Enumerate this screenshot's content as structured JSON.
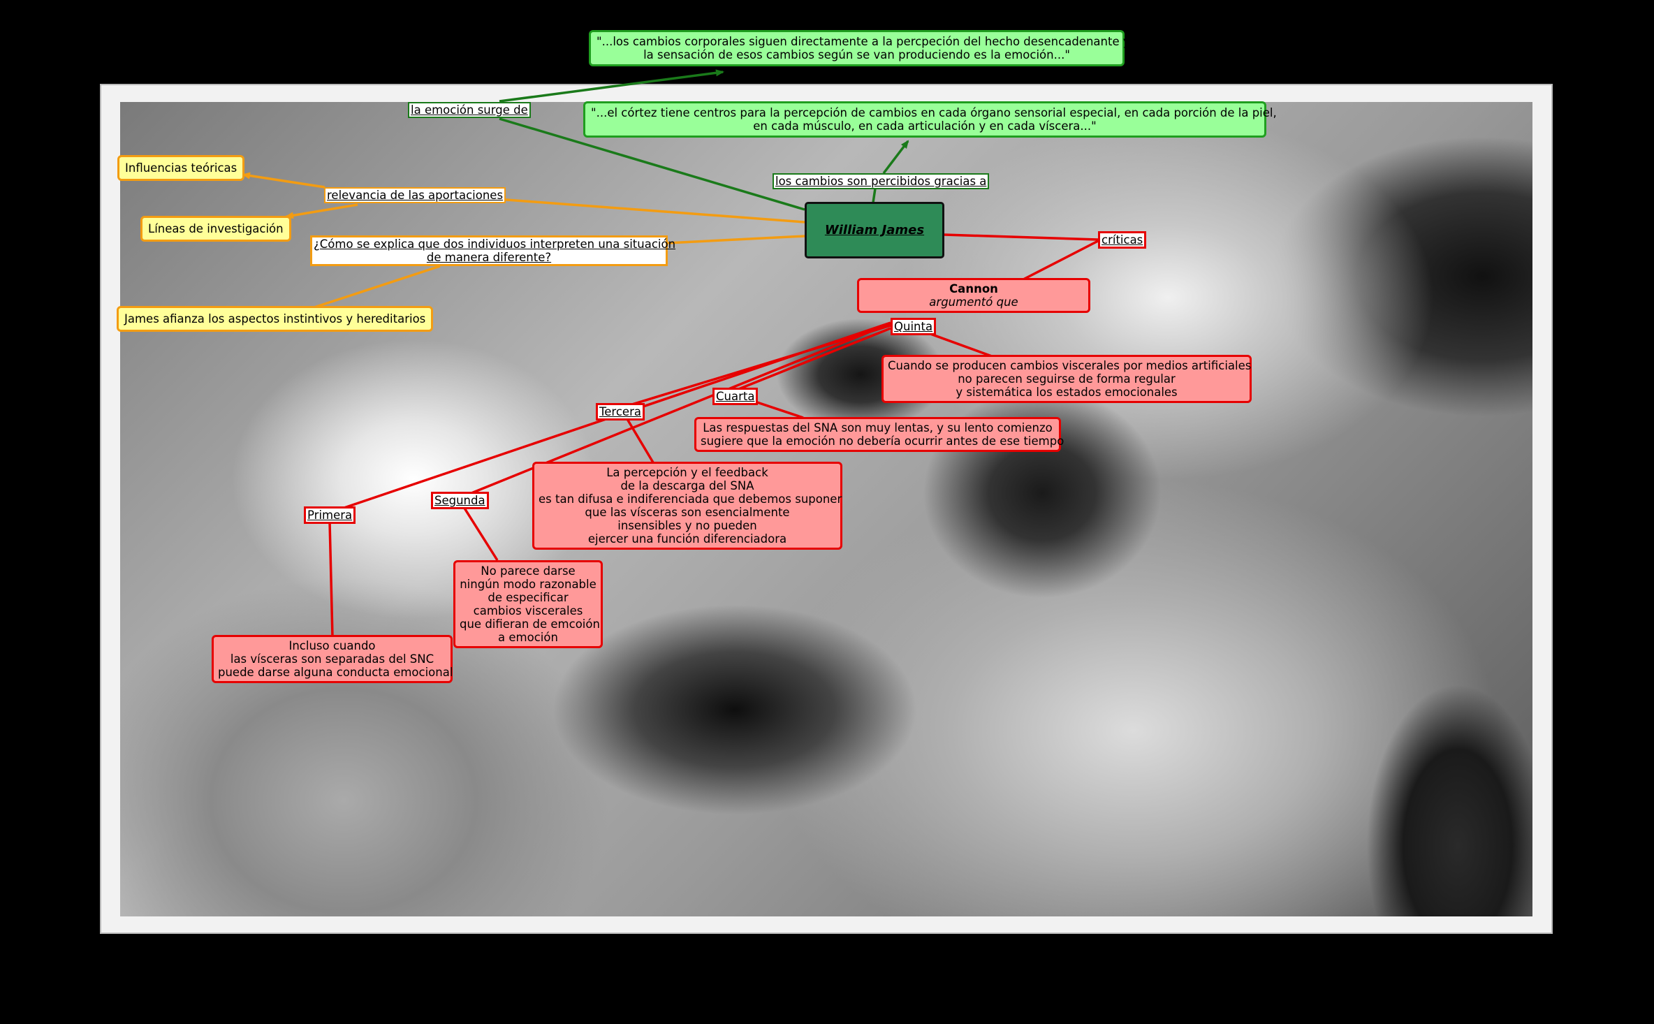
{
  "root": {
    "label": "William James"
  },
  "quotes": {
    "q1_line1": "\"...los cambios corporales siguen directamente a la percpeción del hecho desencadenante y",
    "q1_line2": "la sensación de esos cambios según se van produciendo es la emoción...\"",
    "q2_line1": "\"...el córtez tiene centros para la percepción de cambios en cada órgano sensorial especial, en cada porción de la piel,",
    "q2_line2": "en cada músculo, en cada articulación y en cada víscera...\""
  },
  "linking": {
    "emocion_surge": "la emoción surge de",
    "cambios_percibidos": "los cambios son percibidos gracias a",
    "relevancia": "relevancia de las aportaciones",
    "criticas": "críticas",
    "primera": "Primera",
    "segunda": "Segunda",
    "tercera": "Tercera",
    "cuarta": "Cuarta",
    "quinta": "Quinta"
  },
  "orange": {
    "influencias": "Influencias teóricas",
    "lineas": "Líneas de investigación",
    "pregunta_line1": "¿Cómo se explica que dos individuos interpreten una situación",
    "pregunta_line2": "de manera diferente?",
    "afianza": "James afianza los aspectos instintivos y hereditarios"
  },
  "cannon": {
    "title": "Cannon",
    "subtitle": "argumentó que"
  },
  "red": {
    "quinta_1": "Cuando se producen cambios viscerales por medios artificiales",
    "quinta_2": "no parecen seguirse de forma regular",
    "quinta_3": "y sistemática los estados emocionales",
    "cuarta_1": "Las respuestas del SNA son muy lentas, y su lento comienzo",
    "cuarta_2": "sugiere que la emoción no debería ocurrir antes de ese tiempo",
    "tercera_1": "La percepción y el feedback",
    "tercera_2": "de la descarga del SNA",
    "tercera_3": "es tan difusa e indiferenciada que debemos suponer",
    "tercera_4": "que las vísceras son esencialmente",
    "tercera_5": "insensibles y no pueden",
    "tercera_6": "ejercer una función diferenciadora",
    "segunda_1": "No parece darse",
    "segunda_2": "ningún modo razonable",
    "segunda_3": "de especificar",
    "segunda_4": "cambios viscerales",
    "segunda_5": "que difieran de emcoión",
    "segunda_6": "a emoción",
    "primera_1": "Incluso cuando",
    "primera_2": "las vísceras son separadas del SNC",
    "primera_3": "puede darse alguna conducta emocional"
  },
  "colors": {
    "green_fill": "#99ff99",
    "green_line": "#1a7a1a",
    "orange_fill": "#ffff99",
    "orange_line": "#f39c12",
    "red_fill": "#ff9999",
    "red_line": "#e60000",
    "root_fill": "#2e8b57"
  }
}
